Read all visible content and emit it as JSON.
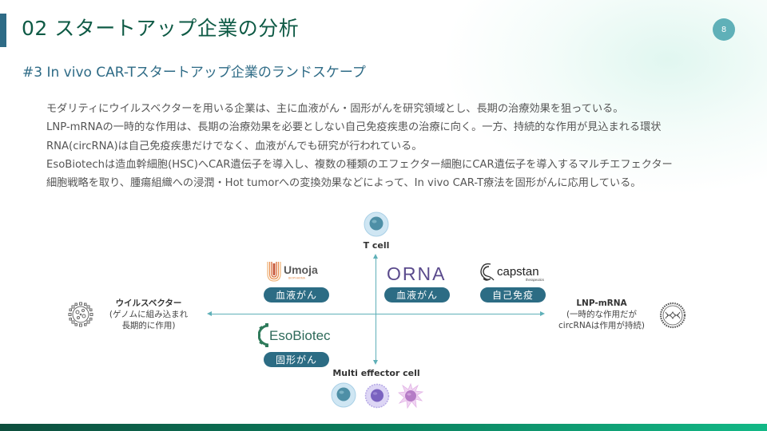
{
  "header": {
    "title": "02 スタートアップ企業の分析",
    "page_number": "8",
    "subtitle": "#3 In vivo CAR-Tスタートアップ企業のランドスケープ"
  },
  "body": {
    "lines": [
      "モダリティにウイルスベクターを用いる企業は、主に血液がん・固形がんを研究領域とし、長期の治療効果を狙っている。",
      "LNP-mRNAの一時的な作用は、長期の治療効果を必要としない自己免疫疾患の治療に向く。一方、持続的な作用が見込まれる環状",
      "RNA(circRNA)は自己免疫疾患だけでなく、血液がんでも研究が行われている。",
      "EsoBiotechは造血幹細胞(HSC)へCAR遺伝子を導入し、複数の種類のエフェクター細胞にCAR遺伝子を導入するマルチエフェクター",
      "細胞戦略を取り、腫瘍組織への浸潤・Hot tumorへの変換効果などによって、In vivo CAR-T療法を固形がんに応用している。"
    ]
  },
  "diagram": {
    "axes": {
      "top": {
        "label": "T cell",
        "icon": "t-cell-icon"
      },
      "bottom": {
        "label": "Multi effector cell",
        "icons": [
          "t-cell-icon",
          "nk-cell-icon",
          "dendritic-cell-icon"
        ]
      },
      "left": {
        "title": "ウイルスベクター",
        "line1": "(ゲノムに組み込まれ",
        "line2": "長期的に作用)",
        "icon": "virus-icon"
      },
      "right": {
        "title": "LNP-mRNA",
        "line1": "(一時的な作用だが",
        "line2": "circRNAは作用が持続)",
        "icon": "lnp-icon"
      }
    },
    "companies": [
      {
        "name": "Umoja",
        "sub": "BIOPHARMA",
        "tag": "血液がん"
      },
      {
        "name": "ORNA",
        "tag": "血液がん"
      },
      {
        "name": "capstan",
        "sub": "therapeutics",
        "tag": "自己免疫"
      },
      {
        "name": "EsoBiotec",
        "tag": "固形がん"
      }
    ]
  },
  "colors": {
    "title": "#0e5a45",
    "accent": "#2e6b86",
    "pill": "#2c6c84",
    "axis": "#5fb0b8",
    "badge": "#5fb0b8"
  }
}
